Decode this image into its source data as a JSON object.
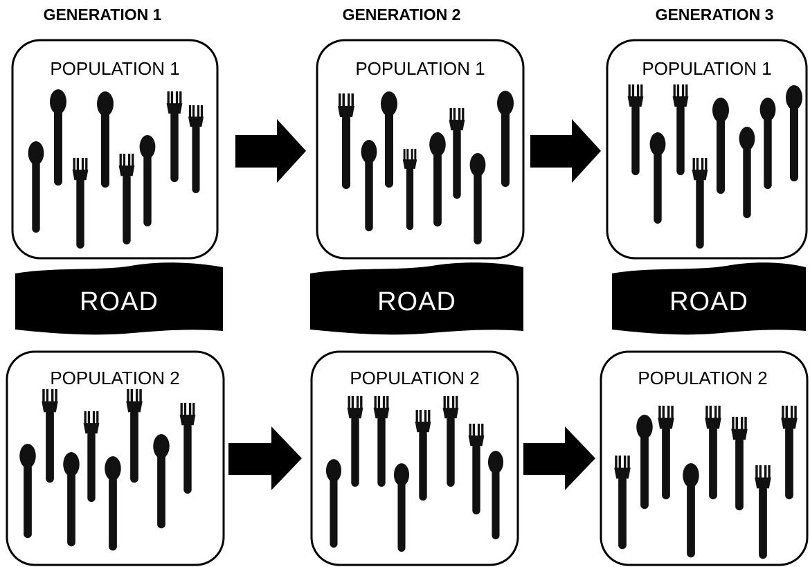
{
  "generations": [
    {
      "title": "GENERATION 1",
      "populations": [
        {
          "label": "POPULATION 1",
          "utensils": [
            "spoon",
            "spoon",
            "fork",
            "spoon",
            "fork",
            "spoon",
            "fork",
            "fork"
          ]
        },
        {
          "label": "POPULATION 2",
          "utensils": [
            "spoon",
            "fork",
            "spoon",
            "fork",
            "spoon",
            "fork",
            "spoon",
            "fork"
          ]
        }
      ],
      "road": "ROAD"
    },
    {
      "title": "GENERATION 2",
      "populations": [
        {
          "label": "POPULATION 1",
          "utensils": [
            "fork",
            "spoon",
            "spoon",
            "fork",
            "spoon",
            "fork",
            "spoon",
            "spoon"
          ]
        },
        {
          "label": "POPULATION 2",
          "utensils": [
            "spoon",
            "fork",
            "fork",
            "spoon",
            "fork",
            "fork",
            "fork",
            "spoon"
          ]
        }
      ],
      "road": "ROAD"
    },
    {
      "title": "GENERATION 3",
      "populations": [
        {
          "label": "POPULATION 1",
          "utensils": [
            "fork",
            "spoon",
            "fork",
            "fork",
            "spoon",
            "spoon",
            "spoon",
            "spoon"
          ]
        },
        {
          "label": "POPULATION 2",
          "utensils": [
            "fork",
            "spoon",
            "fork",
            "spoon",
            "fork",
            "fork",
            "fork",
            "fork"
          ]
        }
      ],
      "road": "ROAD"
    }
  ]
}
